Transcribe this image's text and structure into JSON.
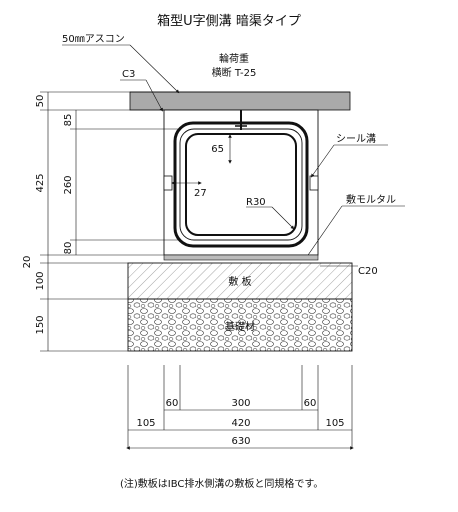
{
  "title": "箱型U字側溝 暗渠タイプ",
  "labels": {
    "asphalt": "50㎜アスコン",
    "load": "輪荷重",
    "load_grade": "横断 T-25",
    "chamfer_top": "C3",
    "seal_groove": "シール溝",
    "mortar": "敷モルタル",
    "radius": "R30",
    "base_plate": "敷 板",
    "foundation": "基礎材",
    "chamfer_base": "C20"
  },
  "dimensions": {
    "left": {
      "asphalt": "50",
      "box_total": "425",
      "top_slab": "85",
      "inner_height": "260",
      "bottom_slab": "80",
      "mortar": "20",
      "plate": "100",
      "foundation": "150"
    },
    "inner": {
      "inlet_top": "65",
      "inlet_width": "27"
    },
    "bottom": {
      "wall_left": "60",
      "inner_width": "300",
      "wall_right": "60",
      "margin_left": "105",
      "box_width": "420",
      "margin_right": "105",
      "total_width": "630"
    }
  },
  "note": "(注)敷板はIBC排水側溝の敷板と同規格です。"
}
